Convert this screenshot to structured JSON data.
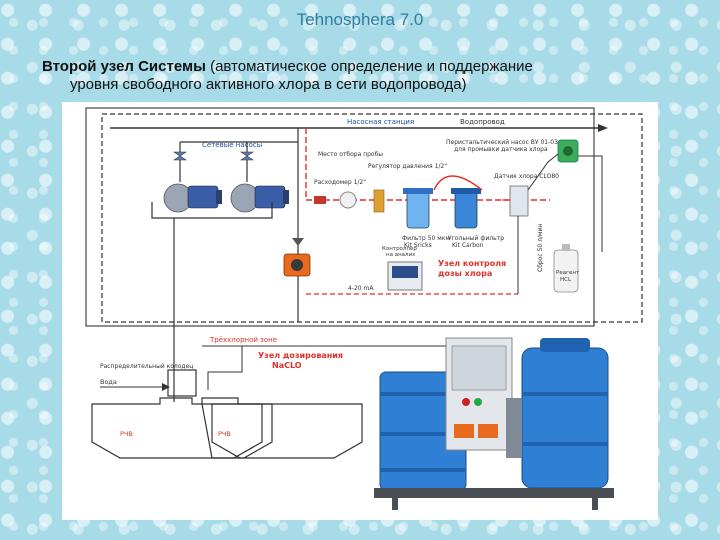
{
  "header": {
    "title": "Tehnosphera 7.0",
    "subtitle_lead": "Второй  узел Системы",
    "subtitle_rest": " (автоматическое определение и поддержание",
    "subtitle_line2": "уровня свободного активного хлора в сети водопровода)"
  },
  "diagram": {
    "pumps_label": "Сетевые насосы",
    "pump_station_label": "Насосная станция",
    "water_main_label": "Водопровод",
    "sampling_point_label": "Место отбора пробы",
    "flowmeter_label": "Расходомер 1/2\"",
    "pressure_regulator_label": "Регулятор давления 1/2\"",
    "filter_label": "Фильтр 50 мкм",
    "filter_sub": "Kit Sricks",
    "carbon_filter_label": "Угольный фильтр",
    "carbon_filter_sub": "Kit Carbon",
    "pump_vh_label": "Перистальтический насос ВУ 01-03",
    "pump_vh_sub": "для промывки датчика хлора",
    "sensor_label": "Датчик хлора CLO80",
    "controller_label": "Контроллер",
    "controller_sub": "на анализ",
    "control_unit_label": "Узел контроля",
    "control_unit_sub": "дозы хлора",
    "signal_label": "4-20 mA",
    "reagent_label": "Реагент",
    "reagent_sub": "HCL",
    "drain_label": "Сброс 50 л/мин",
    "chlorine_zone_label": "Трёххлорной зоне",
    "dosing_unit_label": "Узел дозирования",
    "dosing_unit_sub": "NaCLO",
    "distribution_label": "Распределительный колодец",
    "water_label": "Вода",
    "tank1_label": "РЧВ",
    "tank2_label": "РЧВ"
  },
  "colors": {
    "accent_title": "#2e7fa0",
    "line": "#333333",
    "red": "#e0312b",
    "blue_label": "#1d4fa0",
    "tank_blue": "#2f7fd4",
    "pump_blue": "#3a5fa8"
  }
}
